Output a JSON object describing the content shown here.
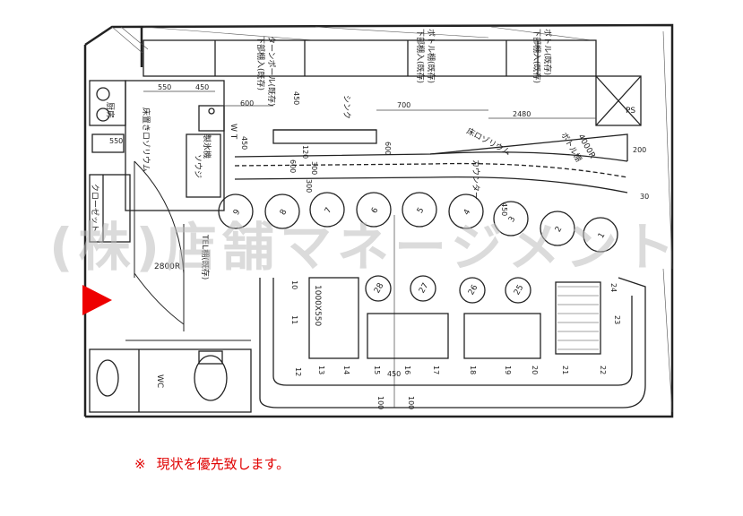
{
  "labels": {
    "kitchen": "厨房",
    "sink_left": "床置きロゾリウム",
    "ice_machine": "製氷機",
    "sink_small": "ソウジ",
    "wt": "W T",
    "closet": "クローゼット",
    "tel": "TEL棚(既存)",
    "wc": "WC",
    "counter": "カウンター",
    "long_sink": "床ロゾリウム",
    "bottle_shelf": "ボトル棚",
    "sink_center": "シンク",
    "ps": "PS",
    "shelf_a": "ターンポール(既存)",
    "shelf_b": "下部棚入(既存)",
    "shelf_c": "ボトル棚(既存)",
    "shelf_d": "下部棚入(既存)",
    "shelf_e": "ボトル(既存)",
    "shelf_f": "下部棚入(既存)",
    "table_size": "1000X550",
    "door_width": "2800R",
    "counter_radius": "4000R"
  },
  "dims": [
    "550",
    "450",
    "600",
    "700",
    "2480",
    "450",
    "450",
    "120",
    "300",
    "300",
    "200",
    "600",
    "600",
    "550",
    "450",
    "100",
    "450",
    "100",
    "30"
  ],
  "stools": [
    "9",
    "8",
    "7",
    "6",
    "5",
    "4",
    "3",
    "2",
    "1"
  ],
  "round_tables": [
    "28",
    "27",
    "26",
    "25"
  ],
  "seat_numbers": [
    "10",
    "11",
    "12",
    "13",
    "14",
    "15",
    "16",
    "17",
    "18",
    "19",
    "20",
    "21",
    "22",
    "23",
    "24"
  ],
  "watermark": "(株)店舗マネージメント",
  "note": {
    "mark": "※",
    "text": "現状を優先致します。"
  },
  "colors": {
    "note": "#e00000",
    "arrow": "#ee0000",
    "watermark": "#bdbdbd"
  }
}
